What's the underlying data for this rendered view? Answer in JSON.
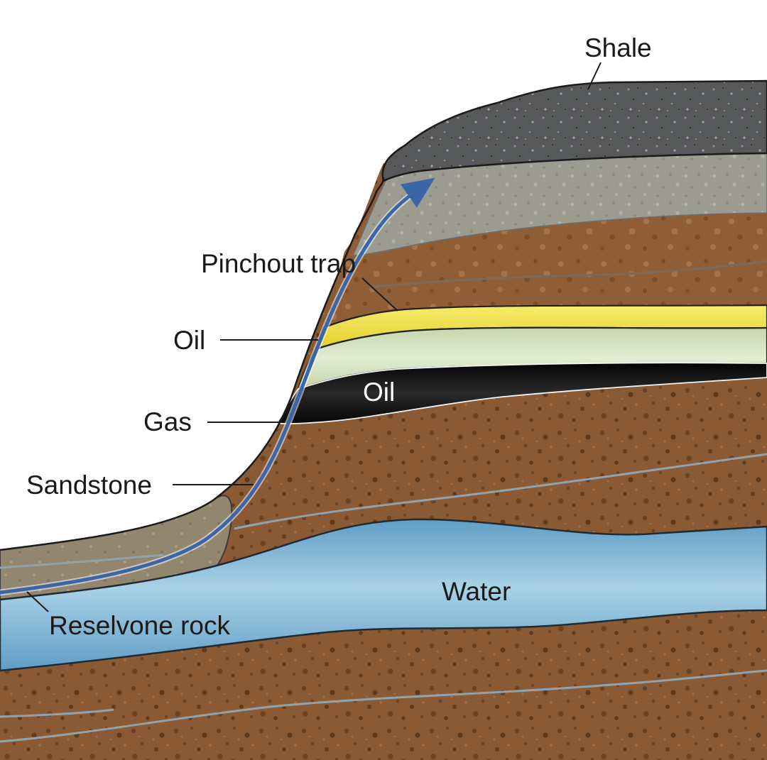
{
  "labels": {
    "shale": "Shale",
    "pinchout_trap": "Pinchout trap",
    "oil_left": "Oil",
    "oil_inside": "Oil",
    "gas": "Gas",
    "sandstone": "Sandstone",
    "water": "Water",
    "reservoir_rock": "Reselvone rock"
  },
  "colors": {
    "shale": "#5a5b5c",
    "grey_sand": "#9c9b8f",
    "brown": "#8a5a34",
    "yellow": "#f2e04a",
    "pale_green": "#d8e4c3",
    "black_oil": "#0f0f0f",
    "water": "#8fc2dd",
    "arrow": "#3a66a8"
  },
  "icons": {
    "migration_arrow": "arrow-up-icon"
  }
}
